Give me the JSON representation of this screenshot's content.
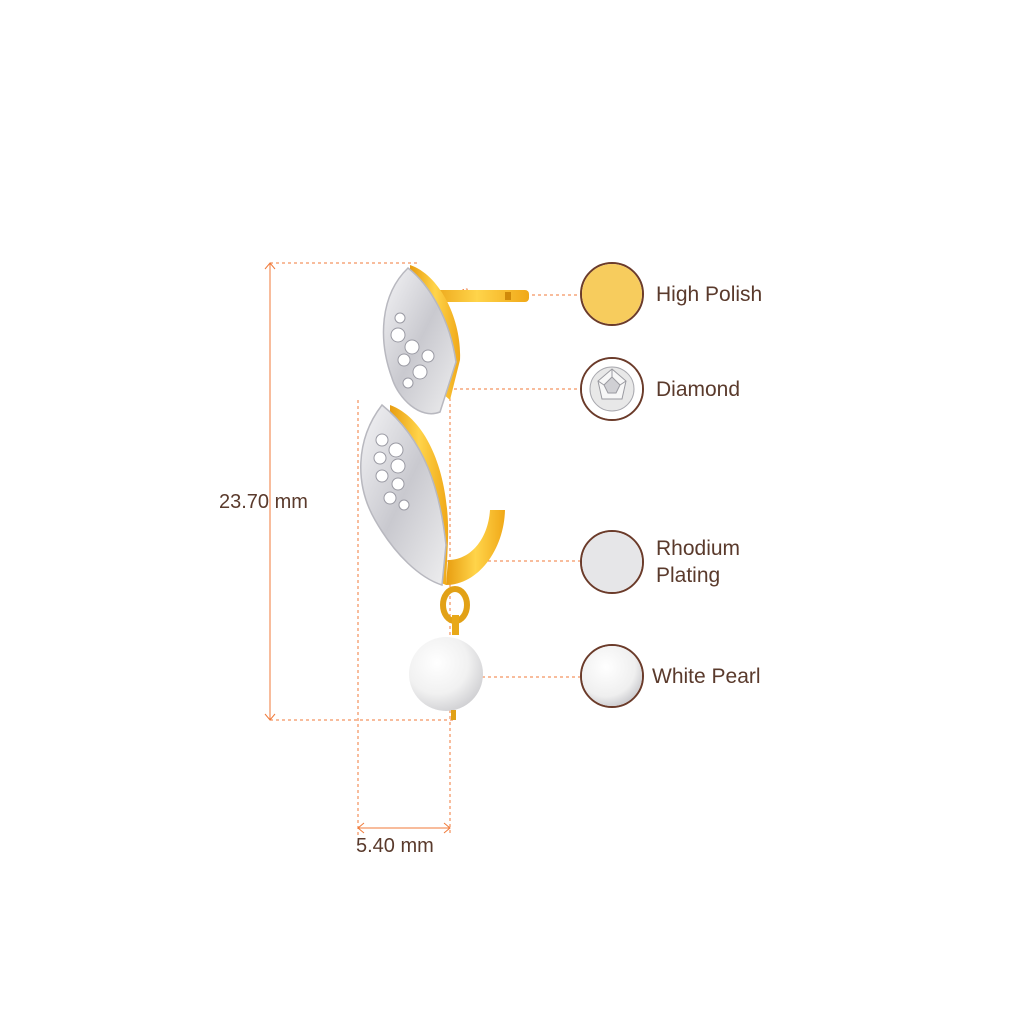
{
  "dimensions": {
    "height": "23.70 mm",
    "width": "5.40 mm"
  },
  "legend": [
    {
      "label": "High Polish",
      "color": "#f7cc5d"
    },
    {
      "label": "Diamond",
      "color": "#e8e8e8"
    },
    {
      "label": "Rhodium\nPlating",
      "color": "#e6e6e8"
    },
    {
      "label": "White Pearl",
      "color": "#f3f3f3"
    }
  ],
  "colors": {
    "accent_line": "#f07a3a",
    "text": "#5a3a2c",
    "swatch_border": "#6b3b2a",
    "gold": "#f5b51e",
    "gold_light": "#ffd75a",
    "silver": "#d9d9dd"
  }
}
